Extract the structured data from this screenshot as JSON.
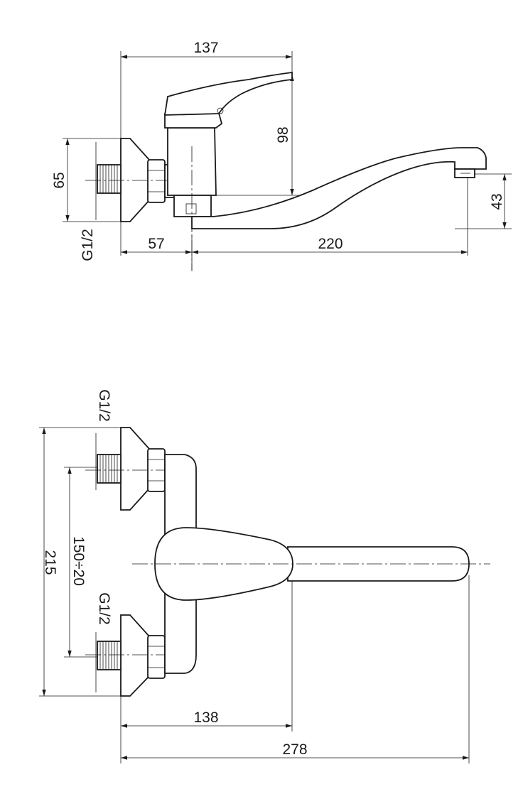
{
  "side_view": {
    "width_137": "137",
    "height_98": "98",
    "flange_65": "65",
    "thread": "G1/2",
    "offset_57": "57",
    "spout_220": "220",
    "spout_height_43": "43"
  },
  "top_view": {
    "thread_top": "G1/2",
    "thread_bottom": "G1/2",
    "overall_215": "215",
    "spacing": "150÷20",
    "depth_138": "138",
    "reach_278": "278"
  }
}
